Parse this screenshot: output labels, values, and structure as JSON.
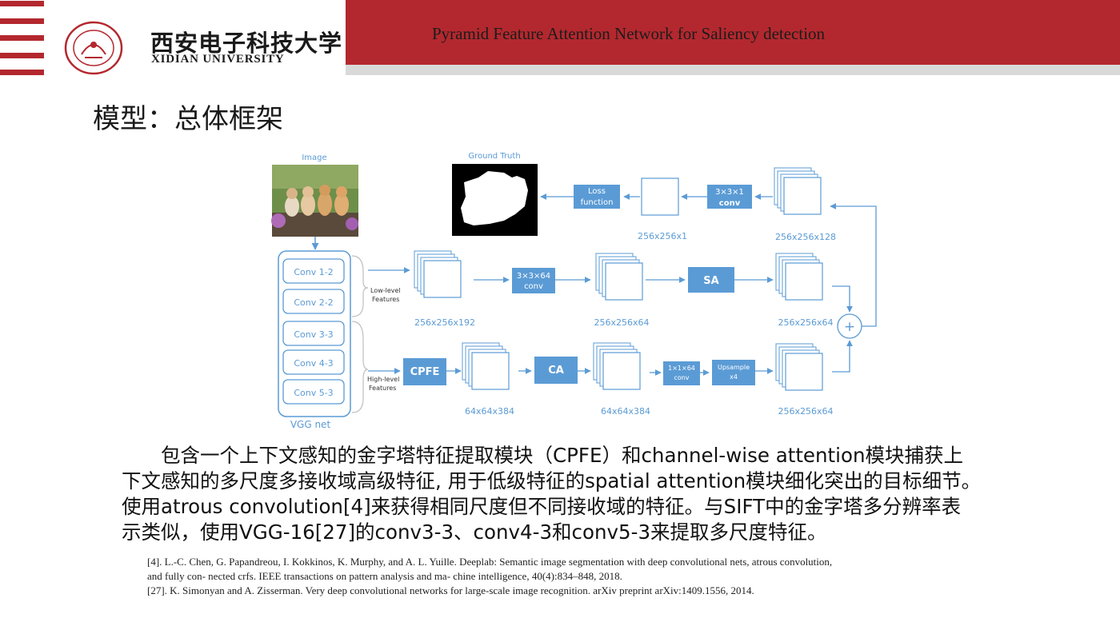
{
  "header": {
    "university_cn": "西安电子科技大学",
    "university_en": "XIDIAN UNIVERSITY",
    "presentation_title": "Pyramid Feature Attention Network for Saliency detection",
    "brand_color": "#b3282e"
  },
  "slide": {
    "title": "模型：总体框架",
    "body_lines": [
      "　　包含一个上下文感知的金字塔特征提取模块（CPFE）和channel-wise attention模块捕获上",
      "下文感知的多尺度多接收域高级特征, 用于低级特征的spatial attention模块细化突出的目标细节。",
      "使用atrous convolution[4]来获得相同尺度但不同接收域的特征。与SIFT中的金字塔多分辨率表",
      "示类似，使用VGG-16[27]的conv3-3、conv4-3和conv5-3来提取多尺度特征。"
    ],
    "references": [
      "[4]. L.-C. Chen, G. Papandreou, I. Kokkinos, K. Murphy, and A. L. Yuille. Deeplab: Semantic image segmentation with deep convolutional nets, atrous convolution,",
      "and fully con- nected crfs. IEEE transactions on pattern analysis and ma- chine intelligence, 40(4):834–848, 2018.",
      "[27]. K. Simonyan and A. Zisserman. Very deep convolutional networks for large-scale image recognition. arXiv preprint arXiv:1409.1556, 2014."
    ]
  },
  "diagram": {
    "accent_color": "#5b9bd5",
    "image_label": "Image",
    "ground_truth_label": "Ground Truth",
    "vgg_label": "VGG net",
    "vgg_layers": [
      "Conv 1-2",
      "Conv 2-2",
      "Conv 3-3",
      "Conv 4-3",
      "Conv 5-3"
    ],
    "low_level_label": [
      "Low-level",
      "Features"
    ],
    "high_level_label": [
      "High-level",
      "Features"
    ],
    "loss_label": [
      "Loss",
      "function"
    ],
    "conv_331": [
      "3×3×1",
      "conv"
    ],
    "conv_3364": [
      "3×3×64",
      "conv"
    ],
    "conv_1164": [
      "1×1×64",
      "conv"
    ],
    "upsample": [
      "Upsample",
      "x4"
    ],
    "sa": "SA",
    "ca": "CA",
    "cpfe": "CPFE",
    "plus": "+",
    "dim_256_256_1": "256x256x1",
    "dim_256_256_128": "256x256x128",
    "dim_256_256_192": "256x256x192",
    "dim_256_256_64_mid": "256x256x64",
    "dim_256_256_64_right": "256x256x64",
    "dim_64_64_384_a": "64x64x384",
    "dim_64_64_384_b": "64x64x384",
    "dim_256_256_64_bottom": "256x256x64"
  }
}
